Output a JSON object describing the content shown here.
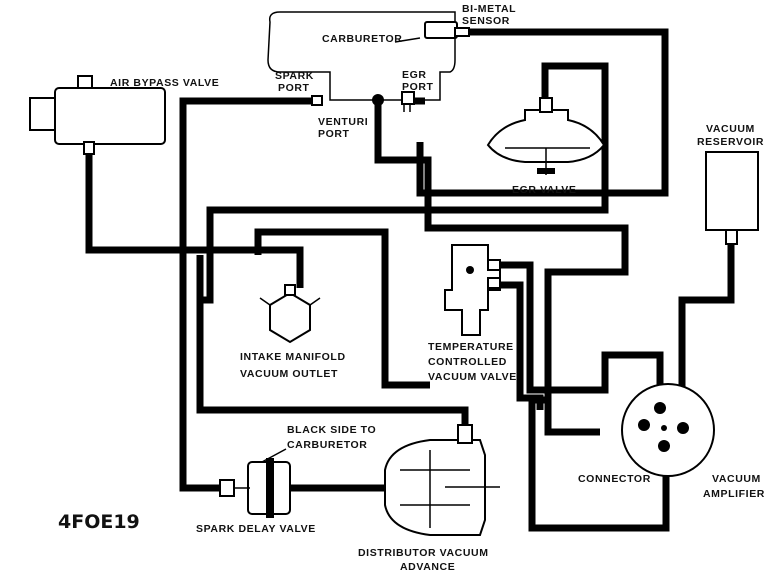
{
  "figure_id": "4FOE19",
  "labels": {
    "bimetal_sensor_1": "BI-METAL",
    "bimetal_sensor_2": "SENSOR",
    "carburetor": "CARBURETOR",
    "air_bypass_valve": "AIR BYPASS VALVE",
    "spark_port_1": "SPARK",
    "spark_port_2": "PORT",
    "egr_port_1": "EGR",
    "egr_port_2": "PORT",
    "venturi_port_1": "VENTURI",
    "venturi_port_2": "PORT",
    "vacuum_reservoir_1": "VACUUM",
    "vacuum_reservoir_2": "RESERVOIR",
    "egr_valve": "EGR VALVE",
    "intake_manifold_1": "INTAKE MANIFOLD",
    "intake_manifold_2": "VACUUM OUTLET",
    "temp_valve_1": "TEMPERATURE",
    "temp_valve_2": "CONTROLLED",
    "temp_valve_3": "VACUUM VALVE",
    "black_side_1": "BLACK SIDE TO",
    "black_side_2": "CARBURETOR",
    "connector": "CONNECTOR",
    "vacuum_amplifier_1": "VACUUM",
    "vacuum_amplifier_2": "AMPLIFIER",
    "spark_delay_valve": "SPARK DELAY VALVE",
    "distributor_1": "DISTRIBUTOR VACUUM",
    "distributor_2": "ADVANCE"
  },
  "colors": {
    "line": "#000000",
    "background": "#ffffff"
  }
}
